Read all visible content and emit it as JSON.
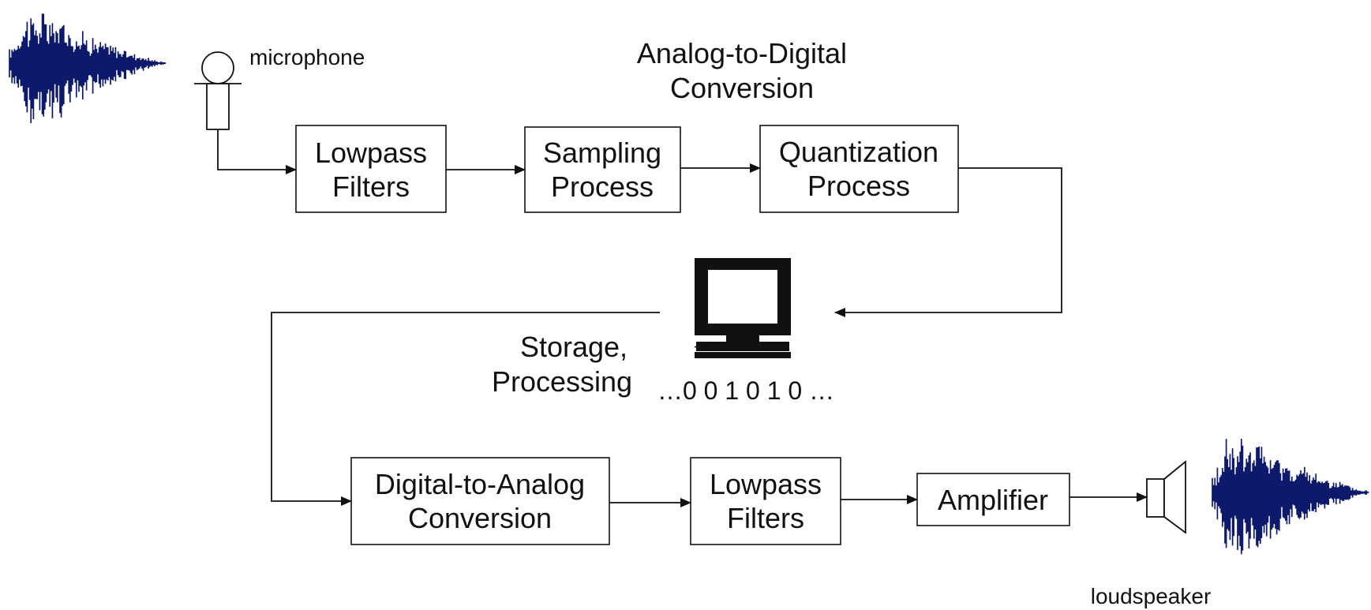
{
  "colors": {
    "waveform": "#0d1a6b",
    "line": "#111111",
    "background": "#ffffff"
  },
  "labels": {
    "microphone": "microphone",
    "loudspeaker": "loudspeaker",
    "adc_title_line1": "Analog-to-Digital",
    "adc_title_line2": "Conversion",
    "storage_line1": "Storage,",
    "storage_line2": "Processing",
    "bits": "…0 0 1 0 1 0 …"
  },
  "blocks": {
    "lowpass_in": {
      "line1": "Lowpass",
      "line2": "Filters"
    },
    "sampling": {
      "line1": "Sampling",
      "line2": "Process"
    },
    "quantization": {
      "line1": "Quantization",
      "line2": "Process"
    },
    "dac": {
      "line1": "Digital-to-Analog",
      "line2": "Conversion"
    },
    "lowpass_out": {
      "line1": "Lowpass",
      "line2": "Filters"
    },
    "amplifier": {
      "line1": "Amplifier"
    }
  },
  "icons": {
    "input_wave": "waveform-icon",
    "output_wave": "waveform-icon",
    "mic": "microphone-icon",
    "speaker": "loudspeaker-icon",
    "computer": "computer-monitor-icon"
  }
}
